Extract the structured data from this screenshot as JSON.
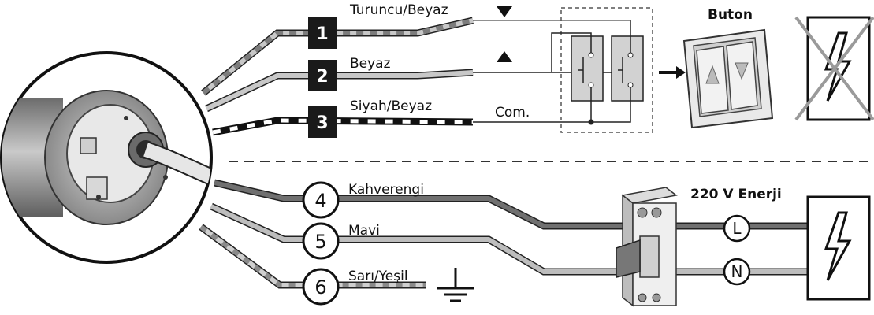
{
  "control_wires": [
    {
      "number": "1",
      "color": "Turuncu/Beyaz"
    },
    {
      "number": "2",
      "color": "Beyaz"
    },
    {
      "number": "3",
      "color": "Siyah/Beyaz"
    }
  ],
  "power_wires": [
    {
      "number": "4",
      "color": "Kahverengi"
    },
    {
      "number": "5",
      "color": "Mavi"
    },
    {
      "number": "6",
      "color": "Sarı/Yeşil"
    }
  ],
  "switch": {
    "common_label": "Com.",
    "button_label": "Buton"
  },
  "power": {
    "supply_label": "220 V Enerji",
    "line_label": "L",
    "neutral_label": "N"
  },
  "icons": [
    "motor-end-icon",
    "wall-switch-icon",
    "no-power-icon",
    "ground-icon",
    "circuit-breaker-icon",
    "power-supply-icon",
    "lightning-bolt-icon"
  ]
}
